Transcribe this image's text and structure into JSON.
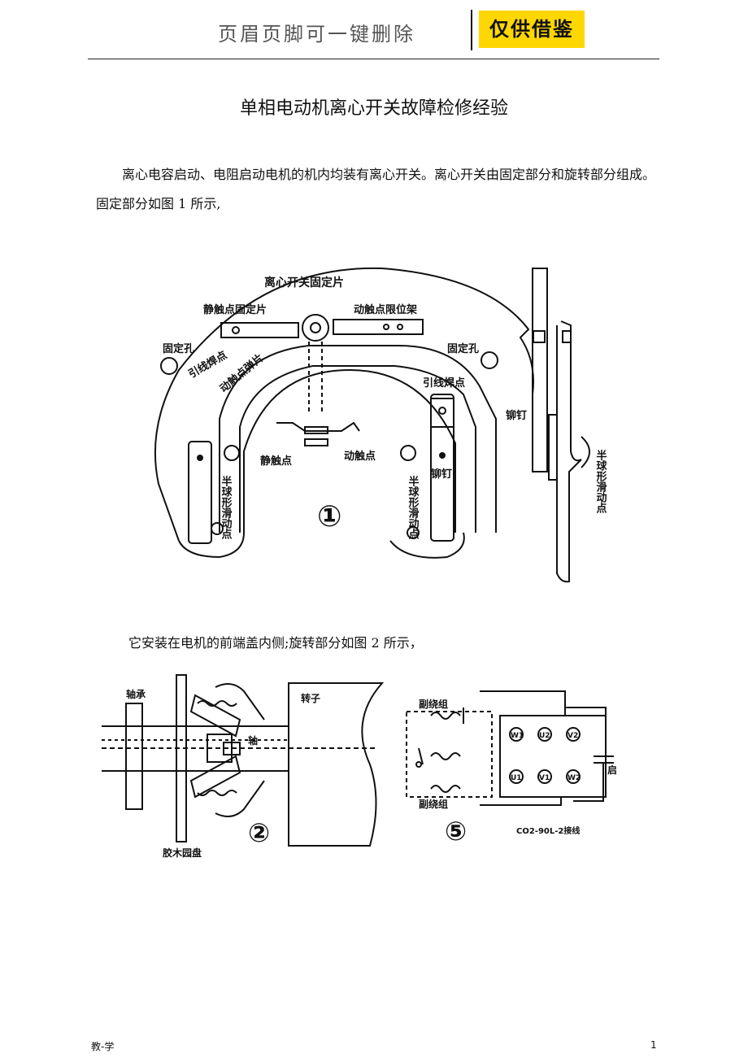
{
  "header": {
    "text": "页眉页脚可一键删除",
    "badge": "仅供借鉴",
    "badge_color": "#ffd700"
  },
  "title": "单相电动机离心开关故障检修经验",
  "paragraphs": [
    "离心电容启动、电阻启动电机的机内均装有离心开关。离心开关由固定部分和旋转部分组成。固定部分如图 1 所示,",
    "它安装在电机的前端盖内侧;旋转部分如图 2 所示，"
  ],
  "figure1": {
    "number": "①",
    "labels": {
      "plate": "离心开关固定片",
      "static_contact_fixing": "静触点固定片",
      "moving_limit": "动触点限位架",
      "hole_left": "固定孔",
      "hole_right": "固定孔",
      "lead_weld_left": "引线焊点",
      "lead_weld_right": "引线焊点",
      "moving_spring": "动触点弹片",
      "static_contact": "静触点",
      "moving_contact": "动触点",
      "rivet": "铆钉",
      "slider_left": "半球形滑动点",
      "slider_right": "半球形滑动点"
    },
    "side_labels": {
      "rivet": "铆钉",
      "slider": "半球形滑动点"
    }
  },
  "figure2": {
    "number": "②",
    "labels": {
      "bearing": "轴承",
      "shaft": "轴",
      "rotor": "转子",
      "disc": "胶木园盘"
    }
  },
  "figure5": {
    "number": "⑤",
    "labels": {
      "aux_winding_top": "副绕组",
      "aux_winding_bottom": "副绕组",
      "start": "启",
      "caption": "CO2-90L-2接线"
    },
    "terminals": [
      "W1",
      "U2",
      "V2",
      "U1",
      "V1",
      "W2"
    ]
  },
  "footer": {
    "left": "教-学",
    "right": "1"
  }
}
